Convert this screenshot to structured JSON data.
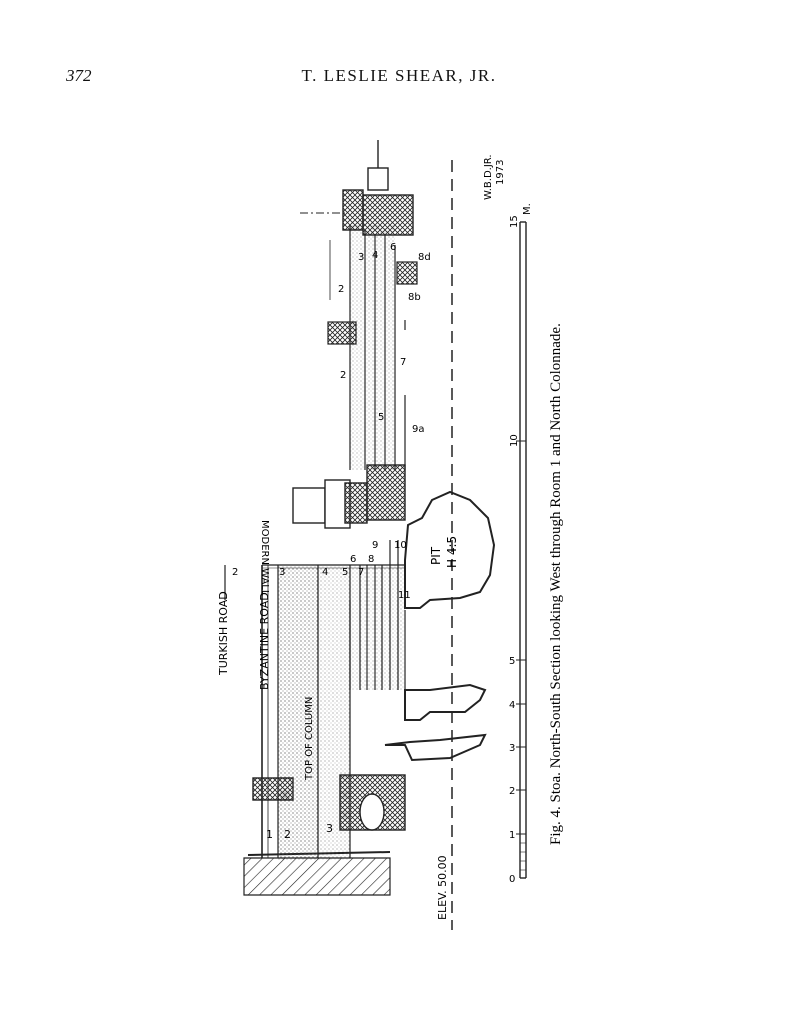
{
  "page": {
    "number": "372",
    "running_head": "T. LESLIE SHEAR, JR."
  },
  "figure": {
    "caption": "Fig. 4.  Stoa.  North-South Section looking West through Room 1 and North Colonnade.",
    "credit": "W.B.D.JR.",
    "year": "1973",
    "labels": {
      "turkish_road": "TURKISH ROAD",
      "byzantine_road": "BYZANTINE ROAD",
      "top_of_column": "TOP OF COLUMN",
      "modern_wall": "MODERN WALL",
      "elevation": "ELEV. 50.00",
      "pit": "PIT",
      "pit_id": "H 4:5"
    },
    "layer_numbers_left": [
      "1",
      "2",
      "3"
    ],
    "layer_numbers_mid": [
      "2",
      "3",
      "4",
      "5",
      "6",
      "7",
      "8",
      "9",
      "10",
      "11"
    ],
    "layer_numbers_right": [
      "2",
      "2",
      "3",
      "4",
      "5",
      "6",
      "7",
      "8b",
      "8d",
      "9a"
    ],
    "scale": {
      "ticks": [
        "0",
        "1",
        "2",
        "3",
        "4",
        "5",
        "10",
        "15"
      ],
      "unit": "M."
    }
  }
}
